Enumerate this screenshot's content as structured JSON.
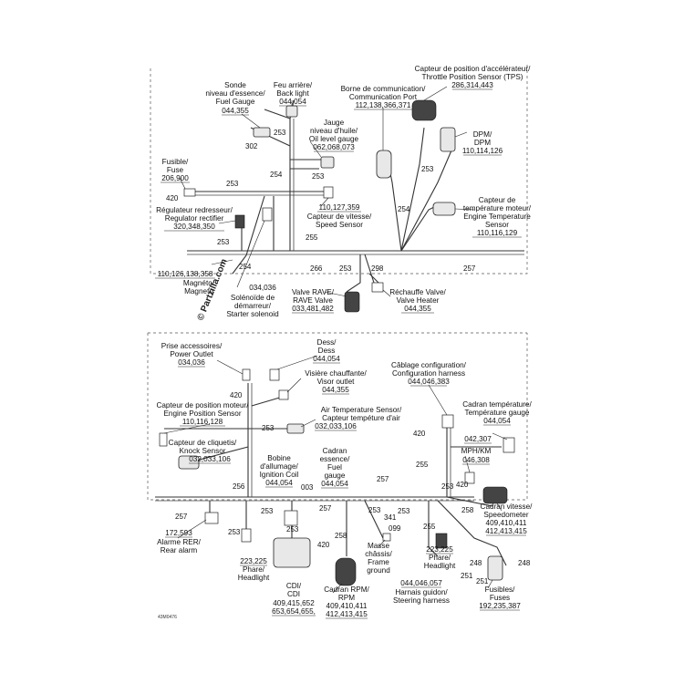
{
  "watermark": "© Partzilla.com",
  "diagram_code": "43M0476",
  "components": {
    "fuel_gauge_sensor": {
      "name_fr": "Sonde",
      "name_fr2": "niveau d'essence/",
      "name_en": "Fuel Gauge",
      "parts": "044,355"
    },
    "back_light": {
      "name_fr": "Feu arrière/",
      "name_en": "Back light",
      "parts": "044,054"
    },
    "throttle_sensor": {
      "name_fr": "Capteur de position d'accélérateur/",
      "name_en": "Throttle Position Sensor (TPS)",
      "parts": "286,314,443"
    },
    "communication_port": {
      "name_fr": "Borne de communication/",
      "name_en": "Communication Port",
      "parts": "112,138,366,371"
    },
    "oil_level_gauge": {
      "name_fr": "Jauge",
      "name_fr2": "niveau d'huile/",
      "name_en": "Oil level gauge",
      "parts": "062,068,073"
    },
    "dpm": {
      "name_fr": "DPM/",
      "name_en": "DPM",
      "parts": "110,114,126"
    },
    "fuse_top": {
      "name_fr": "Fusible/",
      "name_en": "Fuse",
      "parts": "206,900"
    },
    "engine_temp_sensor": {
      "name_fr": "Capteur de",
      "name_fr2": "température moteur/",
      "name_en": "Engine Temperature",
      "name_en2": "Sensor",
      "parts": "110,116,129"
    },
    "regulator": {
      "name_fr": "Régulateur redresseur/",
      "name_en": "Regulator rectifier",
      "parts": "320,348,350"
    },
    "speed_sensor": {
      "parts": "110,127,359",
      "name_fr": "Capteur de vitesse/",
      "name_en": "Speed Sensor"
    },
    "magneto": {
      "parts": "110,126,138,358",
      "name_fr": "Magnéto/",
      "name_en": "Magneto"
    },
    "starter_solenoid": {
      "parts": "034,036",
      "name_fr": "Solénoïde de",
      "name_fr2": "démarreur/",
      "name_en": "Starter solenoid"
    },
    "rave_valve": {
      "name_fr": "Valve RAVE/",
      "name_en": "RAVE Valve",
      "parts": "033,481,482"
    },
    "valve_heater": {
      "name_fr": "Réchauffe Valve/",
      "name_en": "Valve Heater",
      "parts": "044,355"
    },
    "power_outlet": {
      "name_fr": "Prise accessoires/",
      "name_en": "Power Outlet",
      "parts": "034,036"
    },
    "dess": {
      "name_fr": "Dess/",
      "name_en": "Dess",
      "parts": "044,054"
    },
    "visor_outlet": {
      "name_fr": "Visière chauffante/",
      "name_en": "Visor outlet",
      "parts": "044,355"
    },
    "config_harness": {
      "name_fr": "Câblage configuration/",
      "name_en": "Configuration harness",
      "parts": "044,046,383"
    },
    "engine_position_sensor": {
      "name_fr": "Capteur de position moteur/",
      "name_en": "Engine Position Sensor",
      "parts": "110,116,128"
    },
    "air_temp_sensor": {
      "name_en": "Air Temperature Sensor/",
      "name_fr": "Capteur tempéture d'air",
      "parts": "032,033,106"
    },
    "temperature_gauge": {
      "name_fr": "Cadran température/",
      "name_en": "Température gauge",
      "parts": "044,054"
    },
    "knock_sensor": {
      "name_fr": "Capteur de cliquetis/",
      "name_en": "Knock Sensor",
      "parts": "032,033,106"
    },
    "ignition_coil": {
      "name_fr": "Bobine",
      "name_fr2": "d'allumage/",
      "name_en": "Ignition Coil",
      "parts": "044,054"
    },
    "fuel_gauge_dial": {
      "name_fr": "Cadran",
      "name_fr2": "essence/",
      "name_en": "Fuel",
      "name_en2": "gauge",
      "parts": "044,054"
    },
    "mph_km": {
      "parts_a": "042,307",
      "name": "MPH/KM",
      "parts_b": "046,308"
    },
    "speedometer": {
      "name_fr": "Cadran vitesse/",
      "name_en": "Speedometer",
      "parts": "409,410,411",
      "parts2": "412,413,415"
    },
    "rear_alarm": {
      "parts": "172,593",
      "name_fr": "Alarme RER/",
      "name_en": "Rear alarm"
    },
    "headlight_left": {
      "parts": "223,225",
      "name_fr": "Phare/",
      "name_en": "Headlight"
    },
    "cdi": {
      "name_fr": "CDI/",
      "name_en": "CDI",
      "parts": "409,415,652",
      "parts2": "653,654,655,"
    },
    "rpm_dial": {
      "name_fr": "Cadran RPM/",
      "name_en": "RPM",
      "parts": "409,410,411",
      "parts2": "412,413,415"
    },
    "frame_ground": {
      "name_fr": "Masse",
      "name_fr2": "châssis/",
      "name_en": "Frame",
      "name_en2": "ground"
    },
    "headlight_right": {
      "parts": "223,225",
      "name_fr": "Phare/",
      "name_en": "Headlight"
    },
    "steering_harness": {
      "parts": "044,046,057",
      "name_fr": "Harnais guidon/",
      "name_en": "Steering harness"
    },
    "fuses_bottom": {
      "name_fr": "Fusibles/",
      "name_en": "Fuses",
      "parts": "192,235,387"
    }
  },
  "callouts": {
    "c302": "302",
    "c253a": "253",
    "c254a": "254",
    "c253b": "253",
    "c253c": "253",
    "c420a": "420",
    "c253d": "253",
    "c255a": "255",
    "c254b": "254",
    "c254c": "254",
    "c253e": "253",
    "c266": "266",
    "c253f": "253",
    "c298": "298",
    "c257a": "257",
    "c420b": "420",
    "c253g": "253",
    "c256": "256",
    "c003": "003",
    "c257b": "257",
    "c257c": "257",
    "c253h": "253",
    "c253i": "253",
    "c257d": "257",
    "c253j": "253",
    "c420c": "420",
    "c258a": "258",
    "c253k": "253",
    "c341": "341",
    "c099": "099",
    "c255b": "255",
    "c253l": "253",
    "c420d": "420",
    "c255c": "255",
    "c420e": "420",
    "c258b": "258",
    "c248a": "248",
    "c248b": "248",
    "c251a": "251",
    "c251b": "251",
    "c253m": "253"
  }
}
